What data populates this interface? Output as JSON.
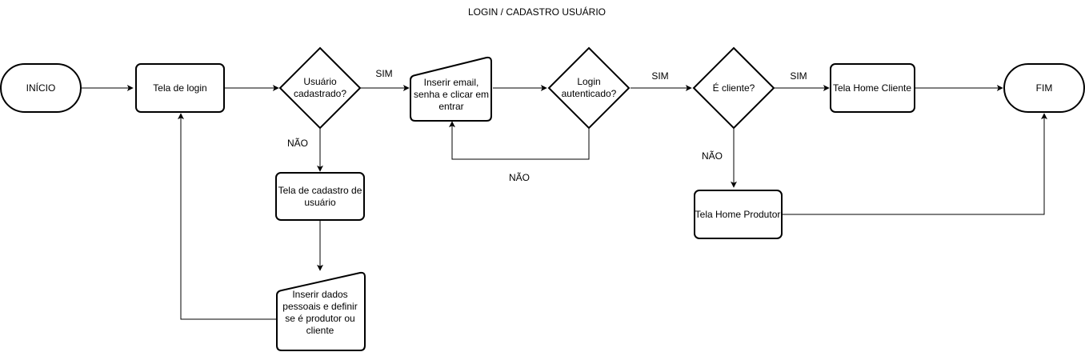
{
  "title": "LOGIN / CADASTRO USUÁRIO",
  "nodes": {
    "inicio": "INÍCIO",
    "tela_login": "Tela de login",
    "usuario_cadastrado": [
      "Usuário",
      "cadastrado?"
    ],
    "inserir_email": [
      "Inserir email,",
      "senha  e clicar em",
      "entrar"
    ],
    "login_autenticado": [
      "Login",
      "autenticado?"
    ],
    "e_cliente": "É cliente?",
    "home_cliente": "Tela Home Cliente",
    "fim": "FIM",
    "tela_cadastro": [
      "Tela de cadastro de",
      "usuário"
    ],
    "inserir_dados": [
      "Inserir dados",
      "pessoais e definir",
      "se é produtor ou",
      "cliente"
    ],
    "home_produtor": "Tela Home Produtor"
  },
  "edge_labels": {
    "sim_1": "SIM",
    "nao_1": "NÃO",
    "sim_2": "SIM",
    "nao_2": "NÃO",
    "sim_3": "SIM",
    "nao_3": "NÃO"
  }
}
